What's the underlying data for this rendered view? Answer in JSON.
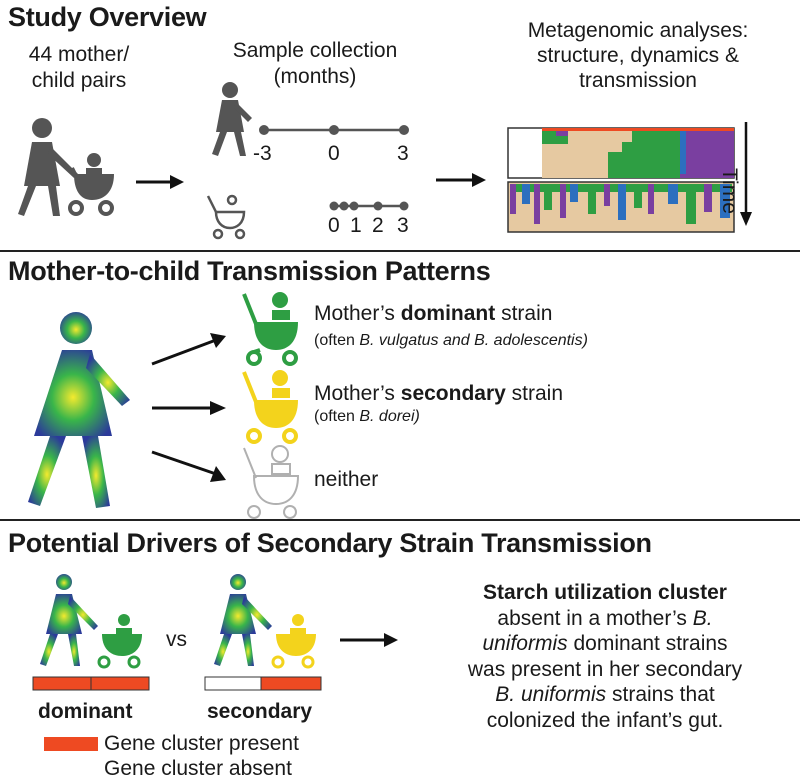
{
  "study": {
    "title": "Study Overview",
    "pairs_line1": "44 mother/",
    "pairs_line2": "child pairs",
    "collection_line1": "Sample collection",
    "collection_line2": "(months)",
    "mother_ticks": [
      "-3",
      "0",
      "3"
    ],
    "child_ticks": [
      "0",
      "1",
      "2",
      "3"
    ],
    "analyses_line1": "Metagenomic analyses:",
    "analyses_line2": "structure, dynamics &",
    "analyses_line3": "transmission",
    "time_label": "Time"
  },
  "transmission": {
    "title": "Mother-to-child Transmission Patterns",
    "dominant_pre": "Mother’s ",
    "dominant_bold": "dominant",
    "dominant_post": " strain",
    "dominant_note_pre": "(often ",
    "dominant_note_italic": "B. vulgatus and B. adolescentis)",
    "secondary_pre": "Mother’s ",
    "secondary_bold": "secondary",
    "secondary_post": " strain",
    "secondary_note_pre": "(often  ",
    "secondary_note_italic": "B. dorei)",
    "neither": "neither"
  },
  "drivers": {
    "title": "Potential Drivers of Secondary Strain Transmission",
    "vs": "vs",
    "dominant_label": "dominant",
    "secondary_label": "secondary",
    "legend_present": "Gene cluster present",
    "legend_absent": "Gene cluster absent",
    "cluster_title": "Starch utilization cluster",
    "cluster_line1_pre": "absent in a mother’s ",
    "cluster_line1_italic": "B.",
    "cluster_line2_italic": "uniformis",
    "cluster_line2_post": " dominant strains",
    "cluster_line3": "was present in her secondary",
    "cluster_line4_italic": "B. uniformis",
    "cluster_line4_post": " strains that",
    "cluster_line5": "colonized the infant’s gut."
  },
  "colors": {
    "gray": "#555555",
    "green": "#2e9e43",
    "yellow": "#f3d31c",
    "orange": "#ee4a22",
    "tan": "#e6c9a1",
    "purple": "#7a3fa0",
    "blue": "#2c6fbf"
  }
}
